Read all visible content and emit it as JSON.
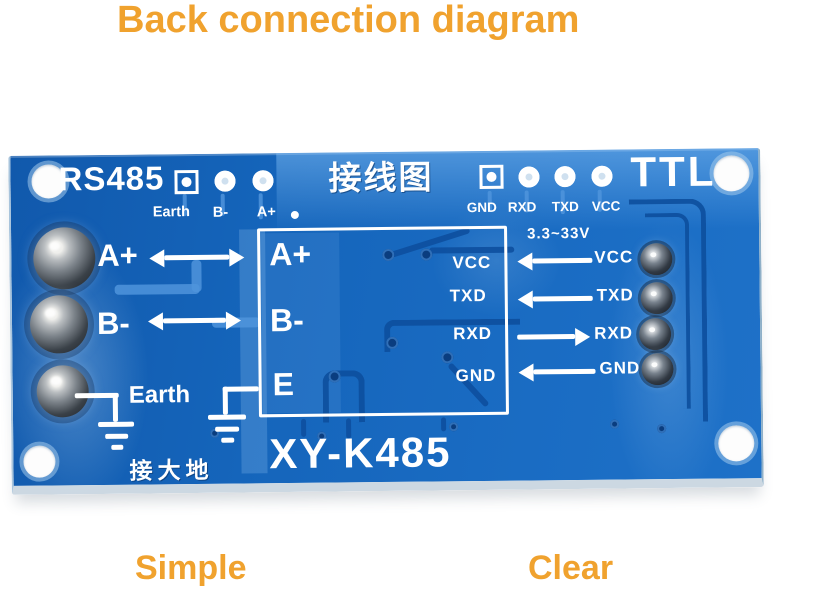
{
  "title": "Back connection diagram",
  "captions": {
    "left": "Simple",
    "right": "Clear"
  },
  "colors": {
    "accent_orange": "#F0A22E",
    "board_blue": "#1565BB",
    "silkscreen_white": "#FFFFFF",
    "trace_dark": "#0D4F9E"
  },
  "board": {
    "model": "XY-K485",
    "left_interface": "RS485",
    "right_interface": "TTL",
    "wiring_diagram_cn": "接线图",
    "connect_earth_cn": "接大地",
    "voltage_range": "3.3~33V",
    "top_left_pad_labels": [
      "Earth",
      "B-",
      "A+"
    ],
    "top_right_pad_labels": [
      "GND",
      "RXD",
      "TXD",
      "VCC"
    ],
    "left_terminal_labels": [
      "A+",
      "B-",
      "Earth"
    ],
    "center_box": {
      "left_pins": [
        "A+",
        "B-",
        "E"
      ],
      "right_pins": [
        "VCC",
        "TXD",
        "RXD",
        "GND"
      ]
    },
    "right_pin_labels": [
      "VCC",
      "TXD",
      "RXD",
      "GND"
    ],
    "arrow_directions": {
      "a_plus": "bidirectional",
      "b_minus": "bidirectional",
      "vcc": "left",
      "txd": "left",
      "rxd": "right",
      "gnd": "left"
    }
  }
}
